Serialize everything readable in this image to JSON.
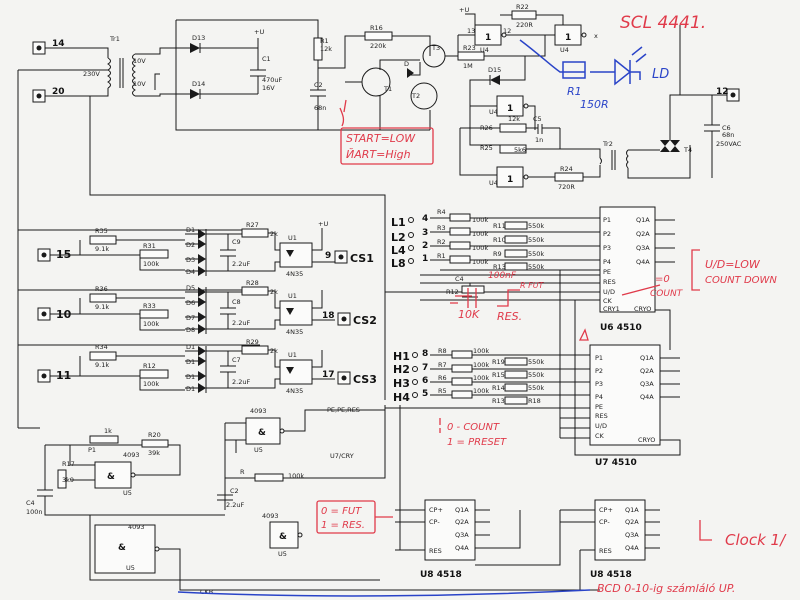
{
  "annotations": {
    "title": "SCL 4441.",
    "start_low": "START=LOW",
    "start_high": "ЙАRT=High",
    "r1_label": "R1",
    "r1_value": "150R",
    "ld": "LD",
    "ud_low": "U/D=LOW",
    "count_down": "COUNT DOWN",
    "zero_count": "=0",
    "count": "COUNT",
    "c4_value": "100nF",
    "r12_value": "10K",
    "res_label": "RES.",
    "fut_label": "R\nFUT",
    "count_preset_1": "0 - COUNT",
    "count_preset_2": "1 = PRESET",
    "zero_fut_1": "0 = FUT",
    "zero_fut_2": "1 = RES.",
    "clock": "Clock 1/",
    "bcd": "BCD 0-10-ig számláló UP."
  },
  "connectors": {
    "c14": "14",
    "c20": "20",
    "c12": "12",
    "c15": "15",
    "c10": "10",
    "c11": "11",
    "c9": "9",
    "c18": "18",
    "c17": "17",
    "cs1": "CS1",
    "cs2": "CS2",
    "cs3": "CS3",
    "l1": "L1",
    "l2": "L2",
    "l4": "L4",
    "l8": "L8",
    "h1": "H1",
    "h2": "H2",
    "h3": "H3",
    "h4": "H4",
    "n4": "4",
    "n3": "3",
    "n2": "2",
    "n1": "1",
    "n8": "8",
    "n7": "7",
    "n6": "6",
    "n5": "5"
  },
  "power": {
    "tr1": "Tr1",
    "v230": "230V",
    "v10a": "10V",
    "v10b": "10V",
    "d13": "D13",
    "d14": "D14",
    "c1": "C1",
    "c1v": "470uF",
    "c1vv": "16V",
    "plus_u": "+U",
    "r1": "R1",
    "r1v": "12k",
    "c2": "C2",
    "c2v": "68n",
    "r16": "R16",
    "r16v": "220k",
    "t1": "T1",
    "t2": "T2",
    "t3": "T3",
    "d": "D",
    "u4": "U4",
    "r22": "R22",
    "r22v": "220R",
    "r23": "R23",
    "r23v": "1M",
    "d15": "D15",
    "x": "x",
    "r26": "R26",
    "r26v": "12k",
    "c5": "C5",
    "c5v": "1n",
    "r25": "R25",
    "r25v": "5k6",
    "r24": "R24",
    "r24v": "720R",
    "tr2": "Tr2",
    "t4": "T4",
    "c6": "C6",
    "c6v": "68n",
    "c6vv": "250VAC",
    "g1": "1",
    "g2": "1",
    "g3": "1",
    "g4": "1",
    "g5": "1"
  },
  "inputs": {
    "r35": "R35",
    "r35v": "9.1k",
    "r31": "R31",
    "r31v": "100k",
    "r36": "R36",
    "r36v": "9.1k",
    "r33": "R33",
    "r33v": "100k",
    "r34": "R34",
    "r34v": "9.1k",
    "r12": "R12",
    "r12v": "100k",
    "d1": "D1",
    "d2": "D2",
    "d3": "D3",
    "d4": "D4",
    "d5": "D5",
    "d6": "D6",
    "d7": "D7",
    "d8": "D8",
    "r27": "R27",
    "r27v": "2k",
    "r28": "R28",
    "r28v": "2k",
    "r29": "R29",
    "r29v": "2k",
    "c9": "C9",
    "c8": "C8",
    "c7": "C7",
    "cv": "2.2uF",
    "u1": "U1",
    "opto": "4N35"
  },
  "counters": {
    "u6": "U6 4510",
    "u7": "U7 4510",
    "u8a": "U8 4518",
    "u8b": "U8 4518",
    "pins_left": [
      "P1",
      "P2",
      "P3",
      "P4",
      "PE",
      "RES",
      "U/D",
      "CK",
      "CRY1"
    ],
    "pins_right": [
      "Q1A",
      "Q2A",
      "Q3A",
      "Q4A",
      "CRYO"
    ],
    "u8_left": [
      "CP+",
      "CP-",
      "RES"
    ],
    "u8_right": [
      "Q1A",
      "Q2A",
      "Q3A",
      "Q4A"
    ],
    "r4": "R4",
    "r3": "R3",
    "r2": "R2",
    "r1": "R1",
    "r11": "R11",
    "r10": "R10",
    "r9": "R9",
    "r13": "R13",
    "r8": "R8",
    "r7": "R7",
    "r6": "R6",
    "r5": "R5",
    "r19": "R19",
    "r15": "R15",
    "r14": "R14",
    "r18": "R18",
    "v100k": "100k",
    "v550k": "550k",
    "c4": "C4",
    "r12lbl": "R12",
    "pe_res": "PE,PE,RES",
    "u7cry": "U7/CRY"
  },
  "logic": {
    "g4093": "4093",
    "amp": "&",
    "us": "U5",
    "p1": "P1",
    "p1v": "1k",
    "r20": "R20",
    "r20v": "39k",
    "r17": "R17",
    "r17v": "3k9",
    "c4": "C4",
    "c4v": "100n",
    "c2": "C2",
    "c2v": "2.2uF",
    "r": "R",
    "rv": "100k",
    "ckb": "CKB"
  }
}
